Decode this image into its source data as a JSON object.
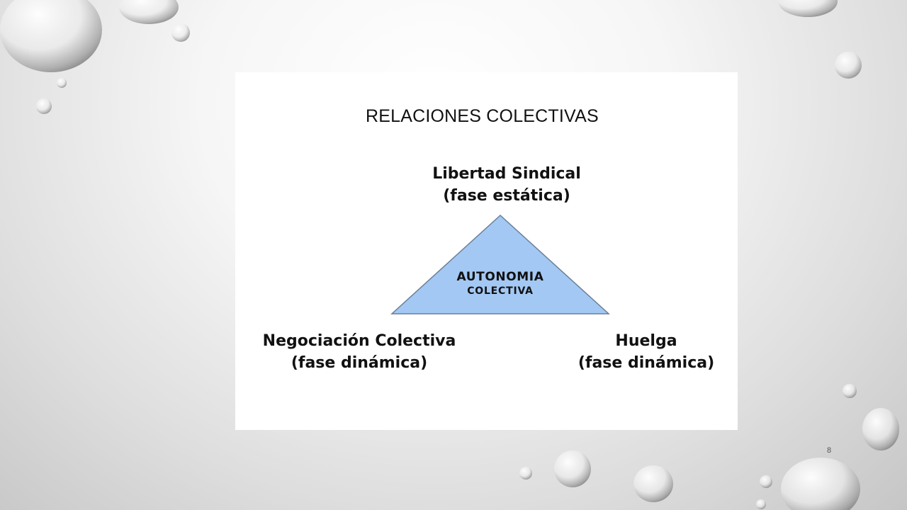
{
  "slide": {
    "title": "RELACIONES COLECTIVAS",
    "page_number": "8"
  },
  "diagram": {
    "center": {
      "line1": "AUTONOMIA",
      "line2": "COLECTIVA"
    },
    "top": {
      "line1": "Libertad Sindical",
      "line2": "(fase estática)"
    },
    "bottom_left": {
      "line1": "Negociación Colectiva",
      "line2": "(fase dinámica)"
    },
    "bottom_right": {
      "line1": "Huelga",
      "line2": "(fase dinámica)"
    }
  },
  "colors": {
    "triangle_fill": "#a3c8f3",
    "triangle_stroke": "#6a7f98"
  }
}
